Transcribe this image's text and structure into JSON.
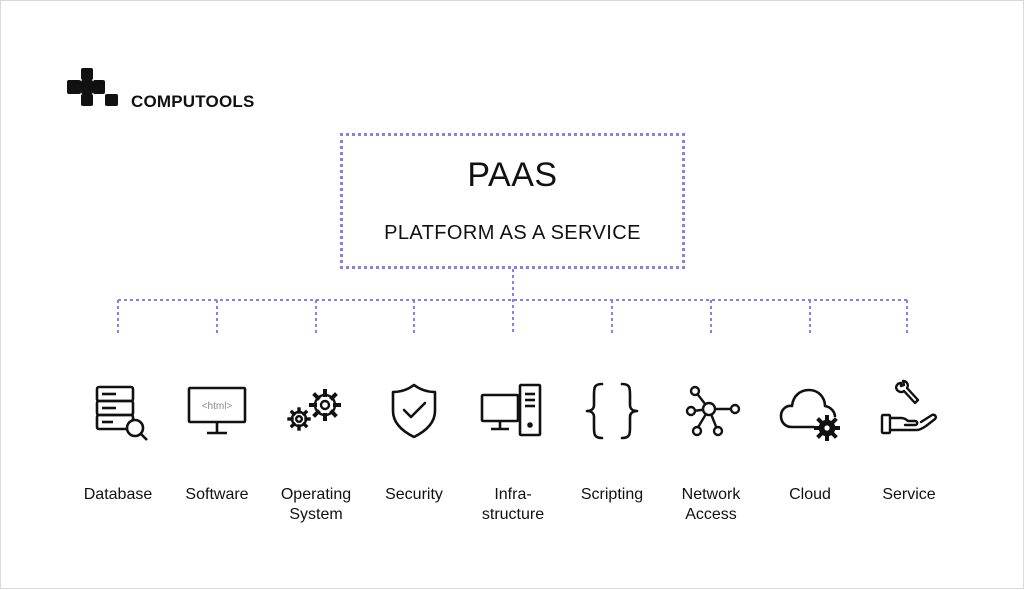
{
  "brand": {
    "name": "COMPUTOOLS"
  },
  "main": {
    "title": "PAAS",
    "subtitle": "PLATFORM AS A SERVICE"
  },
  "colors": {
    "accent": "#8b7cf0",
    "ink": "#111111",
    "border": "#d9d9d9"
  },
  "items": [
    {
      "icon": "database-search-icon",
      "line1": "Database",
      "line2": ""
    },
    {
      "icon": "monitor-html-icon",
      "line1": "Software",
      "line2": "",
      "icon_text": "<html>"
    },
    {
      "icon": "gears-icon",
      "line1": "Operating",
      "line2": "System"
    },
    {
      "icon": "shield-check-icon",
      "line1": "Security",
      "line2": ""
    },
    {
      "icon": "desktop-computer-icon",
      "line1": "Infra-",
      "line2": "structure"
    },
    {
      "icon": "curly-braces-icon",
      "line1": "Scripting",
      "line2": ""
    },
    {
      "icon": "network-nodes-icon",
      "line1": "Network",
      "line2": "Access"
    },
    {
      "icon": "cloud-gear-icon",
      "line1": "Cloud",
      "line2": ""
    },
    {
      "icon": "hand-wrench-icon",
      "line1": "Service",
      "line2": ""
    }
  ]
}
